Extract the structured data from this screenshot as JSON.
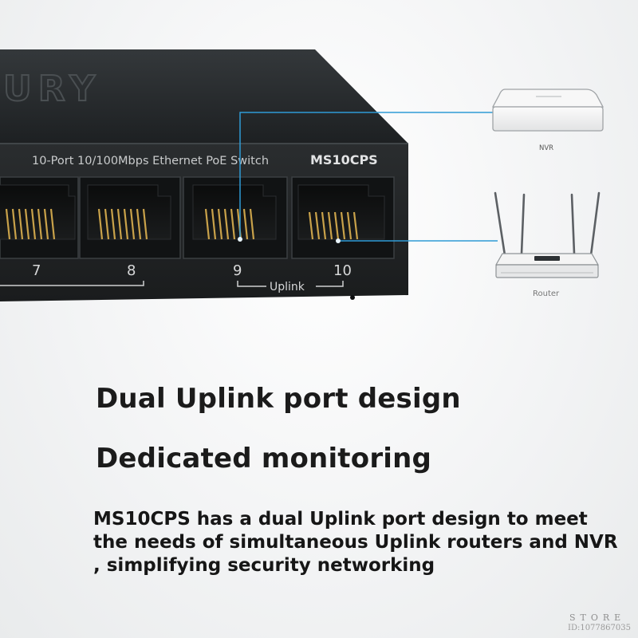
{
  "device": {
    "spec_label": "10-Port 10/100Mbps Ethernet PoE Switch",
    "model": "MS10CPS",
    "port_numbers": [
      "7",
      "8",
      "9",
      "10"
    ],
    "uplink_label": "Uplink"
  },
  "devices": {
    "nvr_label": "NVR",
    "router_label": "Router"
  },
  "headlines": {
    "line1": "Dual Uplink port design",
    "line2": "Dedicated monitoring"
  },
  "description": "MS10CPS has a dual Uplink port design to meet the needs of simultaneous Uplink routers and NVR , simplifying security networking",
  "watermark": {
    "store": "STORE",
    "id": "ID:1077867035"
  },
  "colors": {
    "switch_body": "#222527",
    "connection_line": "#2f9bd6",
    "port_led": "#5bd43a",
    "headline_text": "#1b1b1b"
  }
}
